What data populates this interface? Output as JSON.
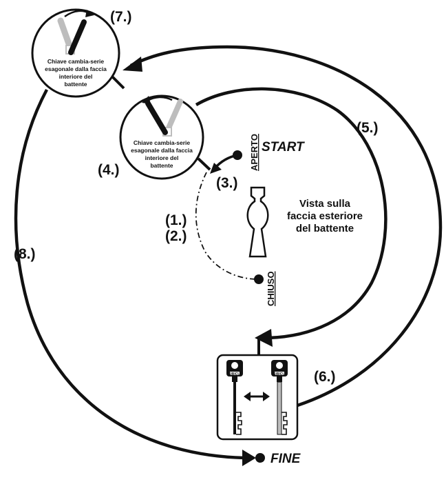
{
  "steps": {
    "s1": "(1.)",
    "s2": "(2.)",
    "s3": "(3.)",
    "s4": "(4.)",
    "s5": "(5.)",
    "s6": "(6.)",
    "s7": "(7.)",
    "s8": "(8.)"
  },
  "circle_top": {
    "lines": [
      "Chiave cambia-serie",
      "esagonale dalla faccia",
      "interiore del",
      "battente"
    ]
  },
  "circle_mid": {
    "lines": [
      "Chiave cambia-serie",
      "esagonale dalla faccia",
      "interiore del",
      "battente"
    ]
  },
  "start_label": "START",
  "fine_label": "FINE",
  "aperto_label": "APERTO",
  "chiuso_label": "CHIUSO",
  "vista": {
    "lines": [
      "Vista sulla",
      "faccia esteriore",
      "del battente"
    ]
  },
  "key_brand": "SIBICU",
  "colors": {
    "ink": "#111111",
    "grey": "#bdbdbd"
  }
}
